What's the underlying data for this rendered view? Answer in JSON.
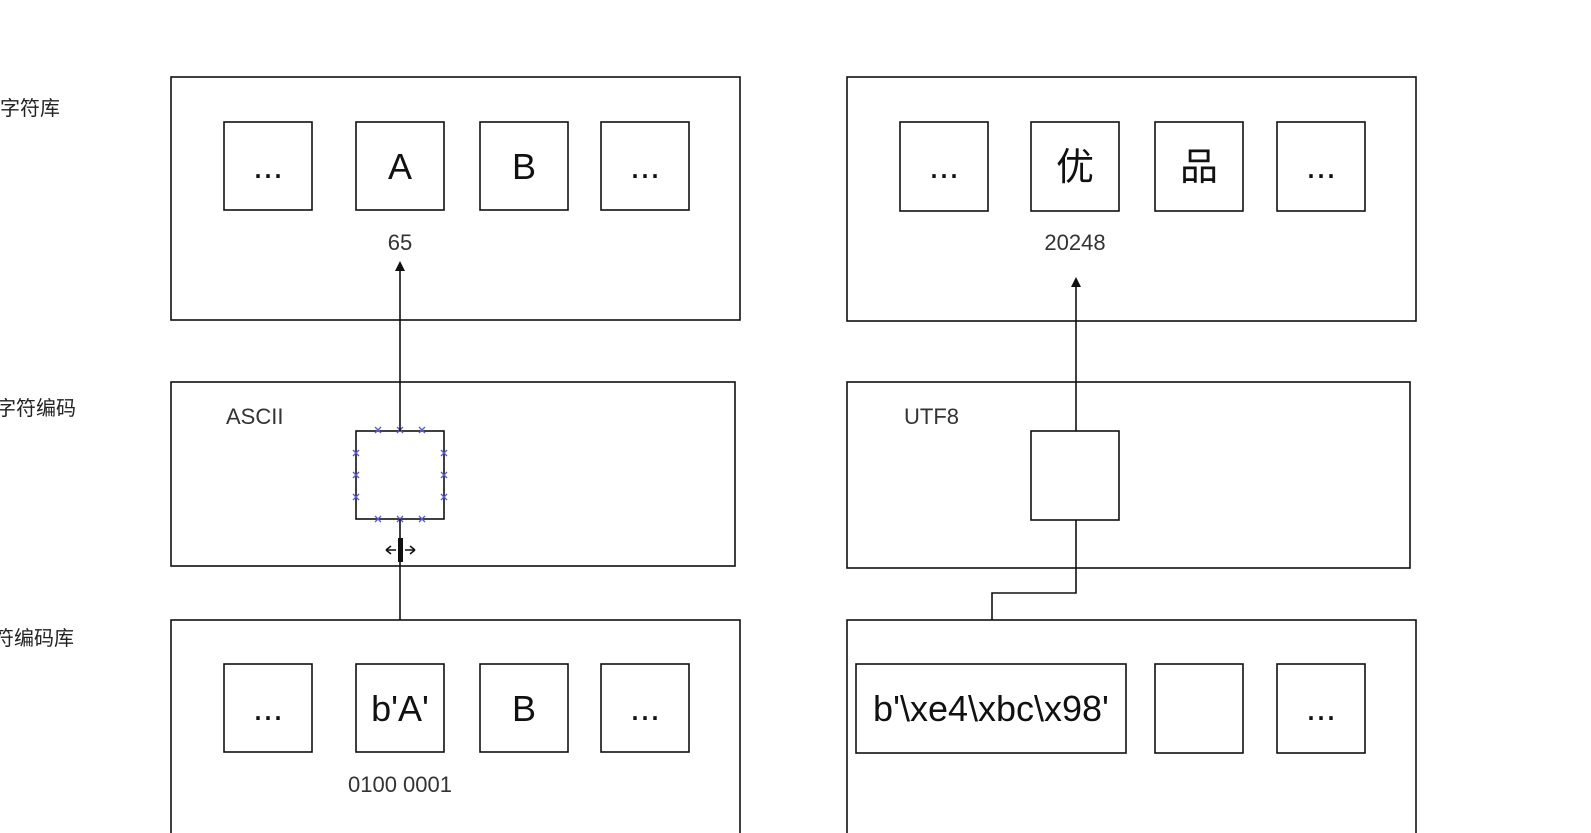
{
  "row_labels": {
    "character_set": "字符库",
    "character_encoding": "字符编码",
    "encoding_set": "符编码库"
  },
  "left": {
    "charset_cells": [
      "...",
      "A",
      "B",
      "..."
    ],
    "charset_code": "65",
    "encoding_name": "ASCII",
    "encoded_cells": [
      "...",
      "b'A'",
      "B",
      "..."
    ],
    "binary": "0100 0001"
  },
  "right": {
    "charset_cells": [
      "...",
      "优",
      "品",
      "..."
    ],
    "charset_code": "20248",
    "encoding_name": "UTF8",
    "encoded_cells": [
      "b'\\xe4\\xbc\\x98'",
      "",
      "..."
    ]
  },
  "icons": {
    "resize_cursor": "horizontal-resize-cursor-icon",
    "selection_handles": "selection-handle-icon"
  }
}
